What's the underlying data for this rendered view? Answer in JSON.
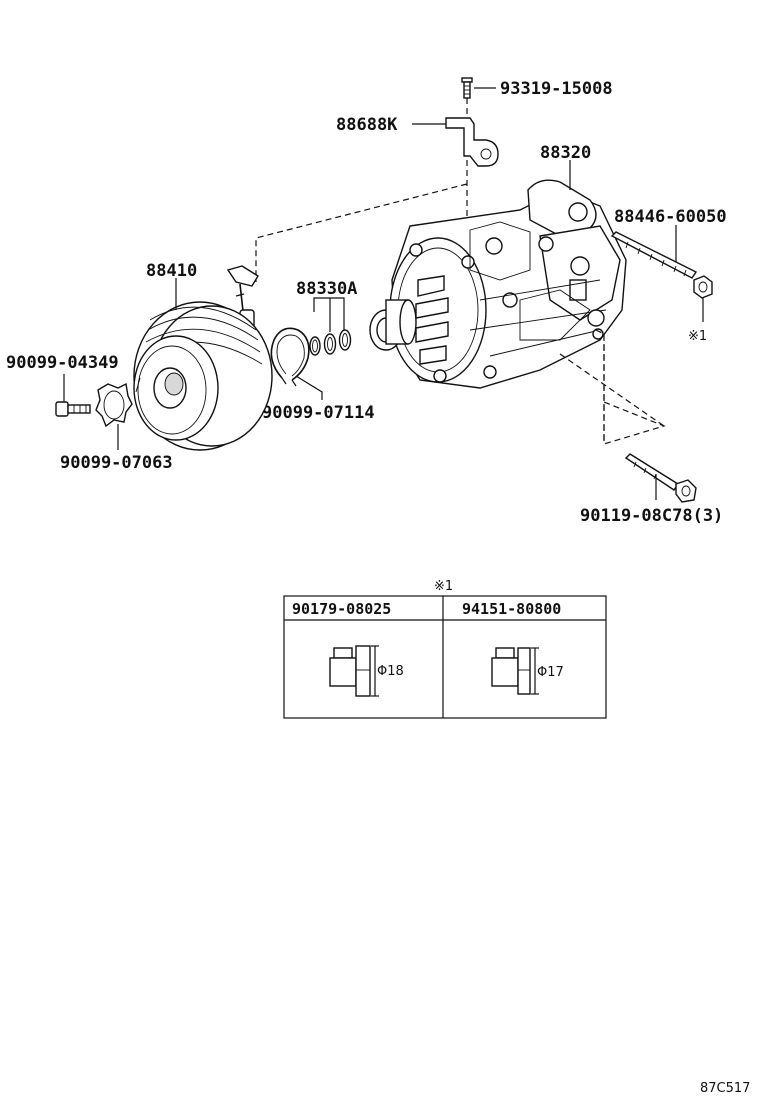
{
  "labels": {
    "p93319": "93319-15008",
    "p88688k": "88688K",
    "p88320": "88320",
    "p88446": "88446-60050",
    "note_ref": "※1",
    "p88410": "88410",
    "p88330a": "88330A",
    "p90099_04349": "90099-04349",
    "p90099_07114": "90099-07114",
    "p90099_07063": "90099-07063",
    "p90119": "90119-08C78(3)",
    "diagram_code": "87C517"
  },
  "table": {
    "ref": "※1",
    "columns": [
      {
        "part": "90179-08025",
        "dim": "Φ18"
      },
      {
        "part": "94151-80800",
        "dim": "Φ17"
      }
    ]
  }
}
